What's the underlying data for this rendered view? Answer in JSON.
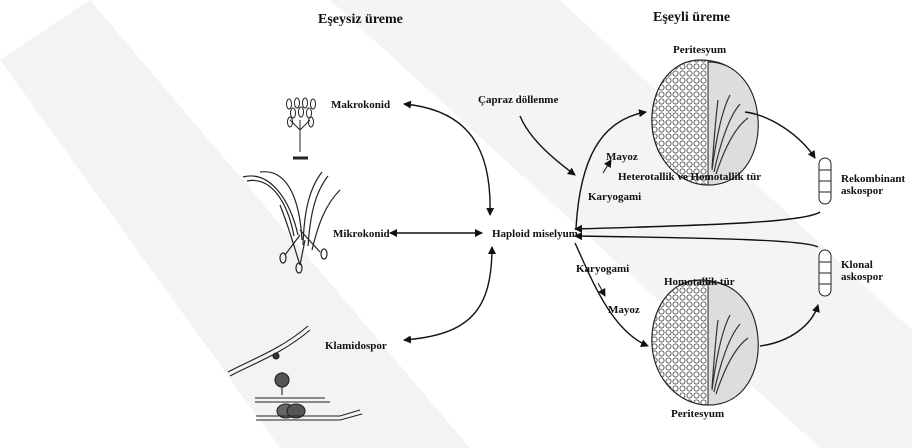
{
  "headers": {
    "asexual": "Eşeysiz üreme",
    "sexual": "Eşeyli üreme"
  },
  "labels": {
    "makrokonid": "Makrokonid",
    "mikrokonid": "Mikrokonid",
    "klamidospor": "Klamidospor",
    "haploid": "Haploid miselyum",
    "capraz": "Çapraz döllenme",
    "peritesyum_top": "Peritesyum",
    "peritesyum_bottom": "Peritesyum",
    "mayoz_top": "Mayoz",
    "karyogami_top": "Karyogami",
    "hetero": "Heterotallik ve Homotallik tür",
    "rekombinant_1": "Rekombinant",
    "rekombinant_2": "askospor",
    "karyogami_bottom": "Karyogami",
    "mayoz_bottom": "Mayoz",
    "homotallik": "Homotallik tür",
    "klonal_1": "Klonal",
    "klonal_2": "askospor"
  },
  "colors": {
    "ink": "#111111",
    "watermark": "#f3f3f3"
  }
}
